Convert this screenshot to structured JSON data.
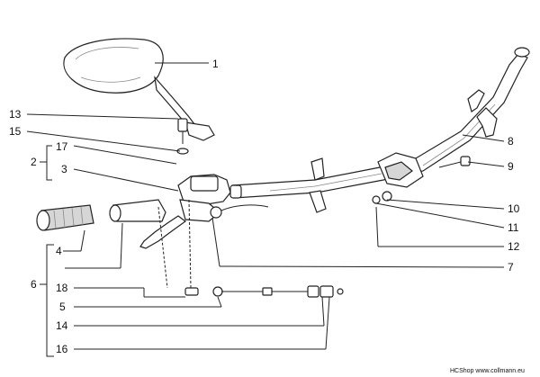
{
  "callouts": [
    "1",
    "13",
    "15",
    "17",
    "2",
    "3",
    "8",
    "9",
    "10",
    "11",
    "12",
    "7",
    "4",
    "6",
    "18",
    "5",
    "14",
    "16"
  ],
  "credit": "HCShop www.collmann.eu"
}
